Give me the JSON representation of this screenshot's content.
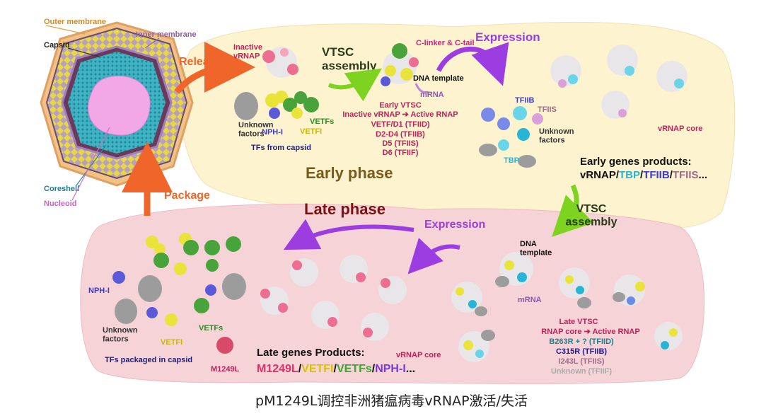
{
  "virion": {
    "outer_membrane": "Outer membrane",
    "inner_membrane": "Inner membrane",
    "capsid": "Capsid",
    "coreshell": "Coreshell",
    "nucleoid": "Nucleoid"
  },
  "arrows": {
    "release": "Release",
    "package": "Package"
  },
  "early": {
    "phase_title": "Early phase",
    "inactive_vrnap": "Inactive\nvRNAP",
    "vtsc_assembly": "VTSC\nassembly",
    "unknown_factors": "Unknown\nfactors",
    "nph1": "NPH-I",
    "vetfs": "VETFs",
    "vetfi": "VETFI",
    "tfs_from_capsid": "TFs from capsid",
    "c_linker": "C-linker & C-tail",
    "dna_template": "DNA template",
    "mrna": "mRNA",
    "early_vtsc": "Early VTSC",
    "inactive_to_active": "Inactive vRNAP ➔ Active RNAP",
    "tf_list": [
      "VETF/D1 (TFIID)",
      "D2-D4 (TFIIB)",
      "D5 (TFIIS)",
      "D6 (TFIIF)"
    ],
    "expression": "Expression",
    "tfiib": "TFIIB",
    "tfiis": "TFIIS",
    "tbp": "TBP",
    "unknown_factors_2": "Unknown\nfactors",
    "vrnap_core": "vRNAP core",
    "products_heading": "Early genes products:",
    "products_parts": [
      "vRNAP/",
      "TBP",
      "/",
      "TFIIB",
      "/",
      "TFIIS",
      "..."
    ]
  },
  "transition": {
    "vtsc_assembly": "VTSC\nassembly"
  },
  "late": {
    "phase_title": "Late phase",
    "expression": "Expression",
    "nph1": "NPH-I",
    "unknown_factors": "Unknown\nfactors",
    "vetfi": "VETFI",
    "vetfs": "VETFs",
    "m1249l": "M1249L",
    "tfs_packaged": "TFs packaged in capsid",
    "products_heading": "Late genes Products:",
    "products_parts": [
      "M1249L",
      "/",
      "VETFI",
      "/",
      "VETFs",
      "/",
      "NPH-I",
      "..."
    ],
    "vrnap_core": "vRNAP core",
    "dna_template": "DNA\ntemplate",
    "mrna": "mRNA",
    "late_vtsc": "Late VTSC",
    "rnap_core_to_active": "RNAP core ➔ Active RNAP",
    "factor_list": [
      "B263R + ? (TFIID)",
      "C315R (TFIIB)",
      "I243L (TFIIS)",
      "Unknown (TFIIF)"
    ]
  },
  "caption": "pM1249L调控非洲猪瘟病毒vRNAP激活/失活",
  "colors": {
    "early_bg": "#fdf3cf",
    "late_bg": "#f6d3d6",
    "orange_arrow": "#f0652a",
    "green_arrow": "#7ed321",
    "purple_arrow": "#9b3de0",
    "tbp": "#27b5d6",
    "tfiib": "#3a3ad8",
    "tfiis": "#a06a8a",
    "m1249l": "#e0306a",
    "vetfi": "#e8e020",
    "vetfs": "#3aa82e",
    "nph1": "#5a5ad8"
  }
}
